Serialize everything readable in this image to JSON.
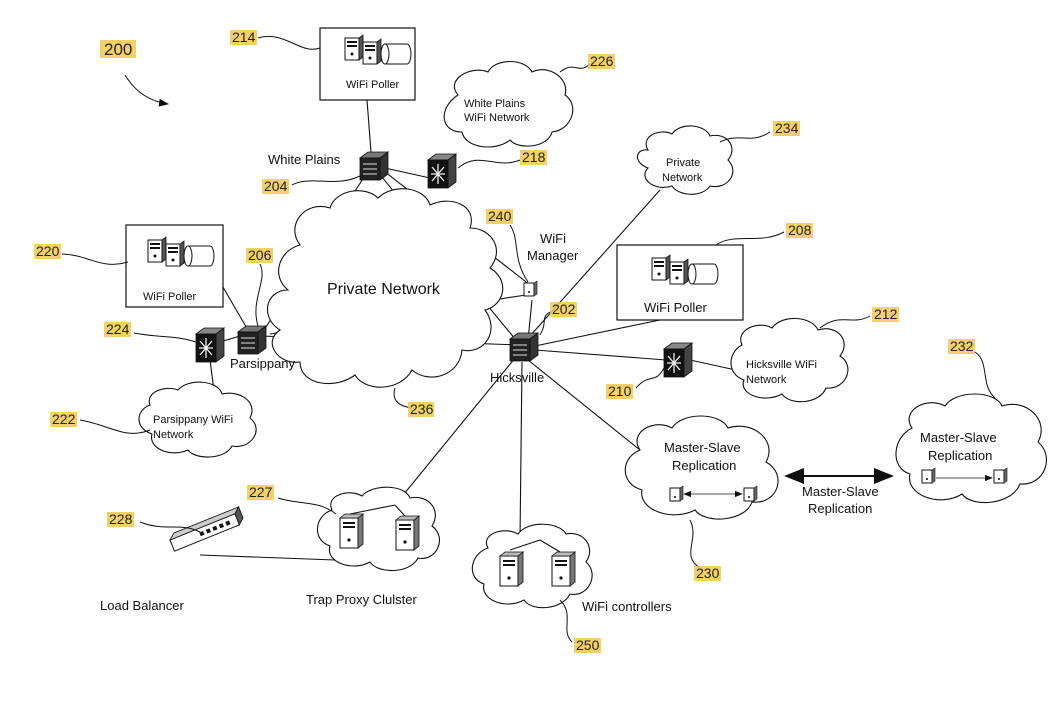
{
  "figure_ref": "200",
  "nodes": {
    "wp_poller_top": {
      "label": "WiFi Poller",
      "ref": "214"
    },
    "wp_wifi_network": {
      "label_line1": "White Plains",
      "label_line2": "WiFi Network",
      "ref": "226"
    },
    "white_plains": {
      "label": "White Plains",
      "ref": "204"
    },
    "wp_switch": {
      "ref": "218"
    },
    "private_network_small": {
      "label_line1": "Private",
      "label_line2": "Network",
      "ref": "234"
    },
    "wifi_manager": {
      "label_line1": "WiFi",
      "label_line2": "Manager",
      "ref": "240"
    },
    "hick_poller": {
      "label": "WiFi Poller",
      "ref": "208"
    },
    "left_poller": {
      "label": "WiFi Poller",
      "ref": "220"
    },
    "parsippany_router": {
      "ref": "206"
    },
    "parsippany_switch": {
      "label": "Parsippany",
      "ref": "224"
    },
    "private_network_big": {
      "label": "Private Network",
      "ref": "236"
    },
    "hicksville": {
      "label": "Hicksville",
      "ref": "202"
    },
    "hick_switch": {
      "ref": "210"
    },
    "hick_wifi_network": {
      "label_line1": "Hicksville WiFi",
      "label_line2": "Network",
      "ref": "212"
    },
    "parsippany_wifi_network": {
      "label_line1": "Parsippany WiFi",
      "label_line2": "Network",
      "ref": "222"
    },
    "replication_left": {
      "label_line1": "Master-Slave",
      "label_line2": "Replication",
      "ref": "230"
    },
    "replication_right": {
      "label_line1": "Master-Slave",
      "label_line2": "Replication",
      "ref": "232"
    },
    "replication_link": {
      "label_line1": "Master-Slave",
      "label_line2": "Replication"
    },
    "trap_proxy": {
      "label": "Trap Proxy Clulster",
      "ref": "227"
    },
    "load_balancer": {
      "label": "Load Balancer",
      "ref": "228"
    },
    "wifi_controllers": {
      "label": "WiFi controllers",
      "ref": "250"
    }
  },
  "colors": {
    "ref_highlight": "#f2c94c",
    "ink": "#111111"
  }
}
